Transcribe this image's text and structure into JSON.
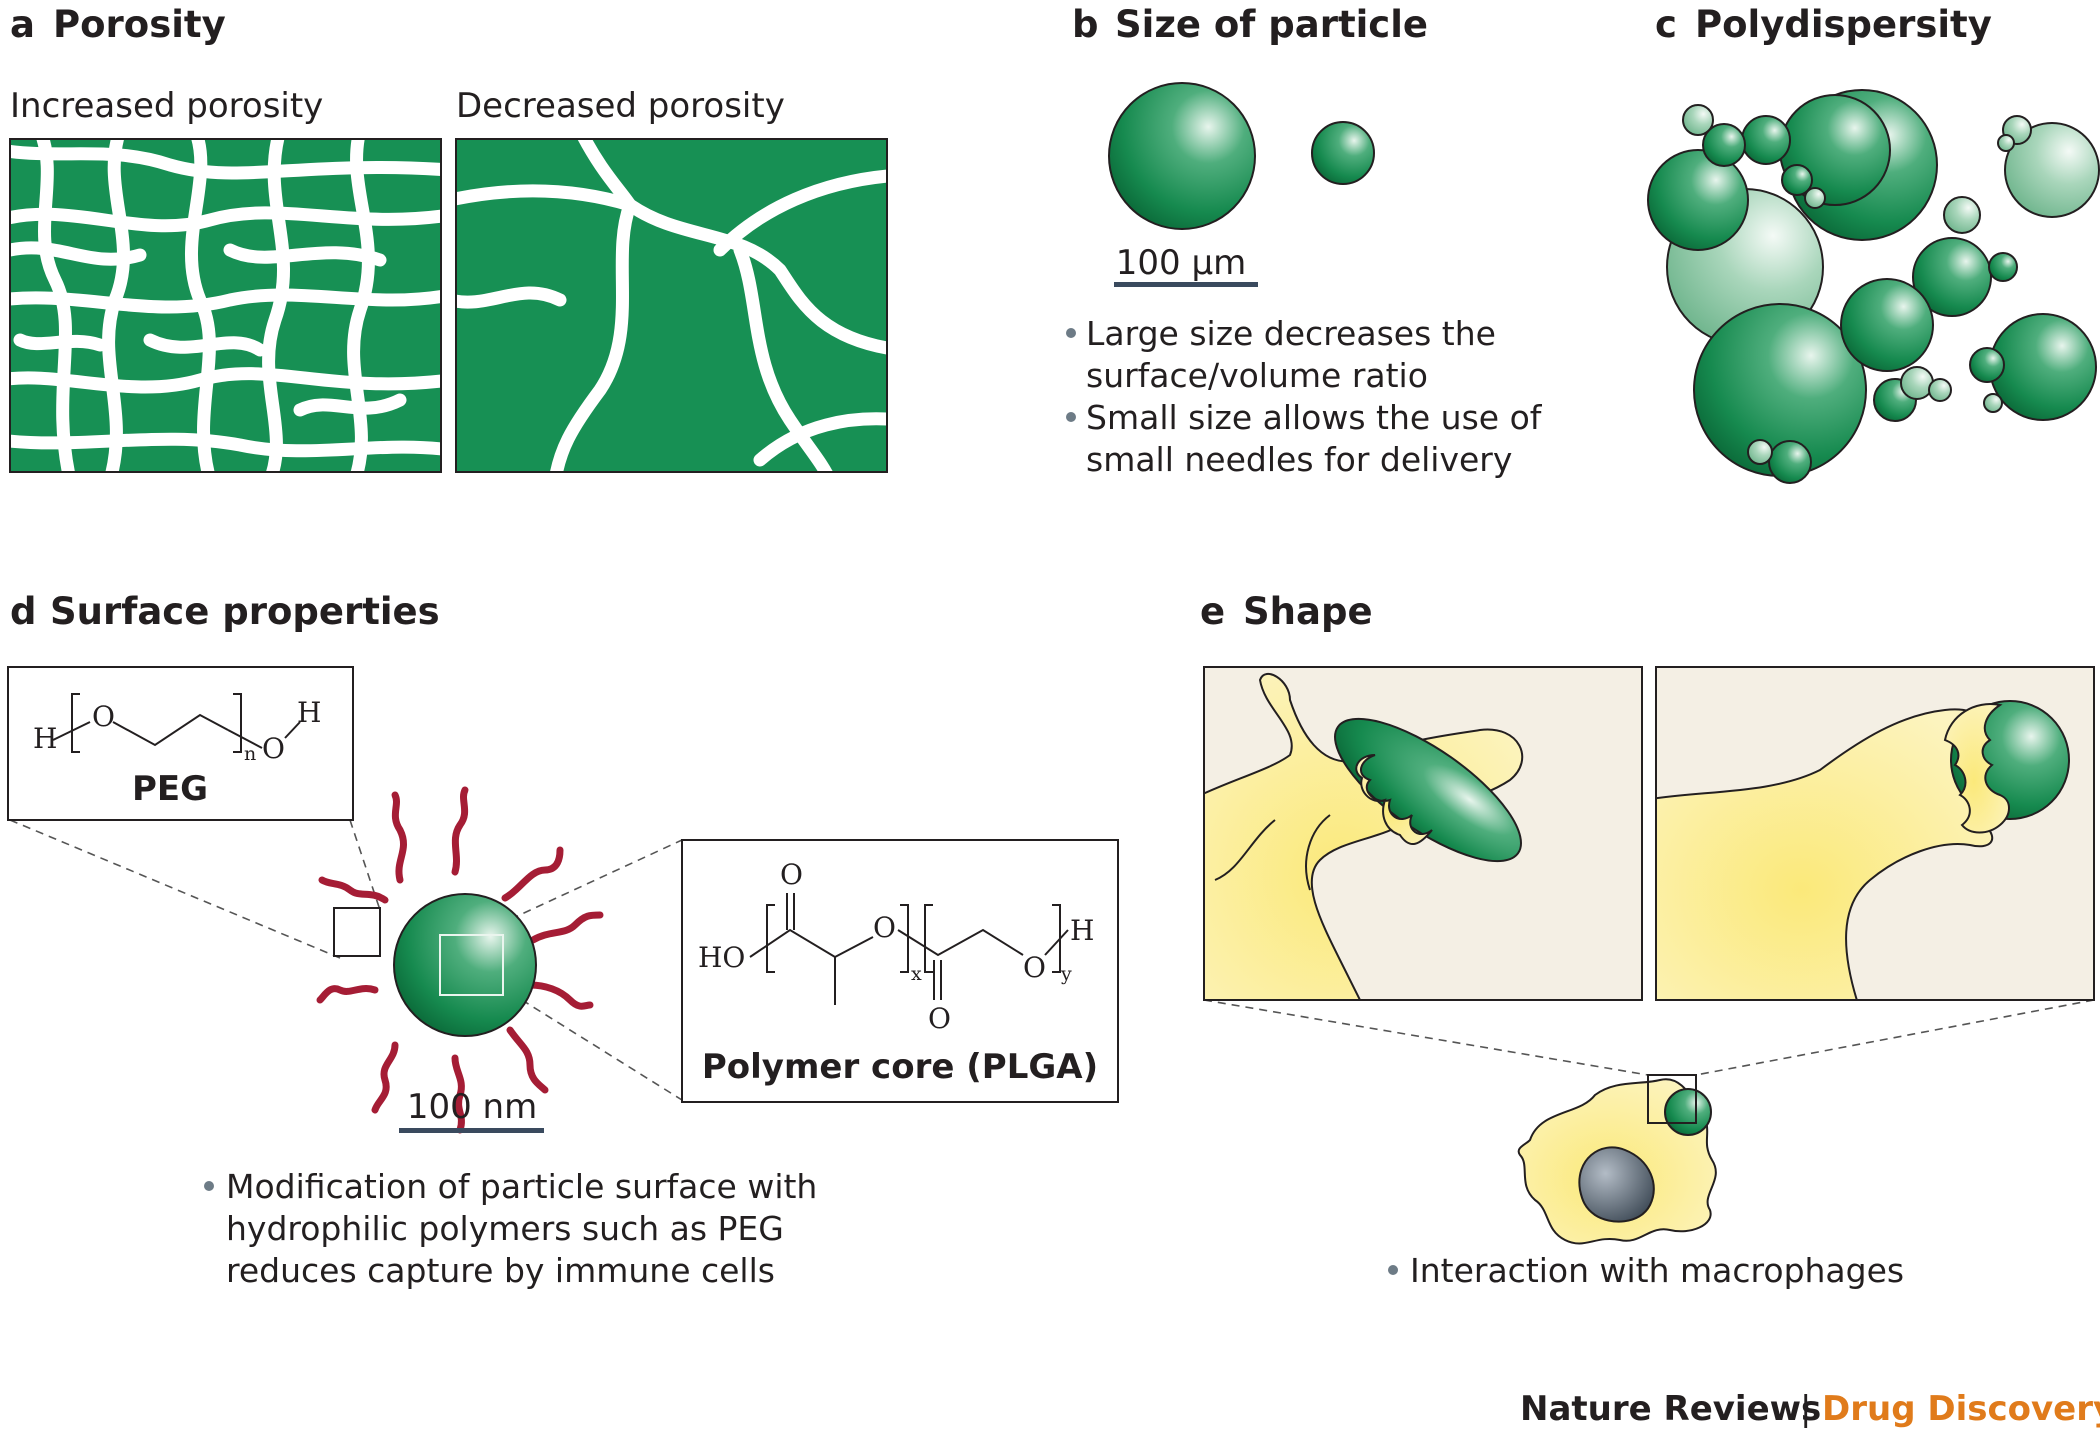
{
  "panels": {
    "a": {
      "letter": "a",
      "title": "Porosity",
      "left_label": "Increased porosity",
      "right_label": "Decreased porosity"
    },
    "b": {
      "letter": "b",
      "title": "Size of particle",
      "scale": "100 μm",
      "bullets": [
        "Large size decreases the",
        "surface/volume ratio",
        "Small size allows the use of",
        "small needles for delivery"
      ]
    },
    "c": {
      "letter": "c",
      "title": "Polydispersity"
    },
    "d": {
      "letter": "d",
      "title": "Surface properties",
      "scale": "100 nm",
      "peg": {
        "h_left": "H",
        "o1": "O",
        "n": "n",
        "o2": "O",
        "h_right": "H",
        "name": "PEG"
      },
      "plga": {
        "o_top": "O",
        "ho": "HO",
        "o_mid": "O",
        "x": "x",
        "o_bottom": "O",
        "o_right": "O",
        "y": "y",
        "h": "H",
        "name": "Polymer core (PLGA)"
      },
      "bullets": [
        "Modification of particle surface with",
        "hydrophilic polymers such as PEG",
        "reduces capture by immune cells"
      ]
    },
    "e": {
      "letter": "e",
      "title": "Shape",
      "bullets": [
        "Interaction with macrophages"
      ]
    }
  },
  "footer": {
    "journal": "Nature Reviews",
    "separator": "|",
    "section": "Drug Discovery"
  },
  "colors": {
    "green": "#179054",
    "green_dark": "#0a6e3c",
    "pale_green": "#8cc7a3",
    "cell_yellow": "#fbf1a6",
    "cream": "#f4efe4",
    "peg_red": "#a51d35",
    "scale_bar": "#3a4a5e",
    "footer_orange": "#e07b1b"
  }
}
